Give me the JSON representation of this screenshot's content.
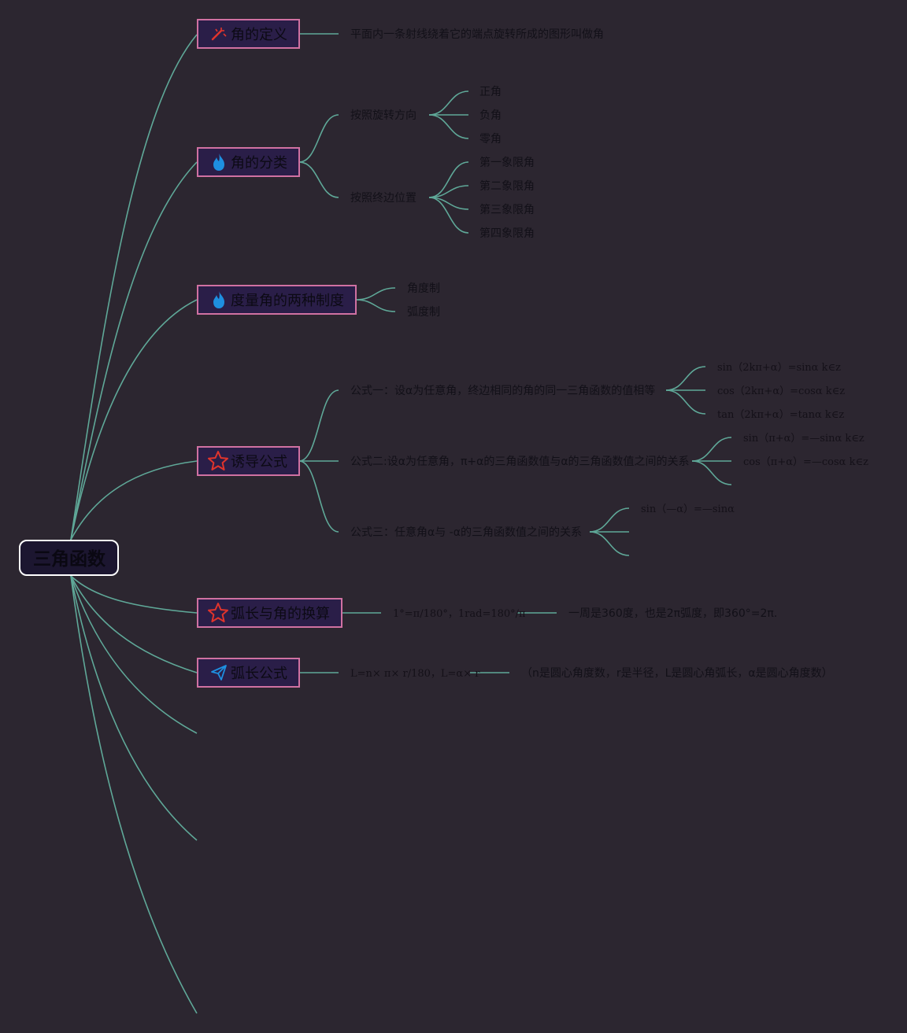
{
  "colors": {
    "background": "#2c2630",
    "edge": "#5fa898",
    "topic_border": "#d071a2",
    "topic_fill": "#2a1e48",
    "icon_red": "#e0342c",
    "icon_blue": "#1e8fe0"
  },
  "root": {
    "label": "三角函数"
  },
  "topics": [
    {
      "label": "角的定义",
      "icon": "wand-icon",
      "children": [
        {
          "label": "平面内一条射线绕着它的端点旋转所成的图形叫做角"
        }
      ]
    },
    {
      "label": "角的分类",
      "icon": "fire-icon",
      "children": [
        {
          "label": "按照旋转方向",
          "children": [
            {
              "label": "正角"
            },
            {
              "label": "负角"
            },
            {
              "label": "零角"
            }
          ]
        },
        {
          "label": "按照终边位置",
          "children": [
            {
              "label": "第一象限角"
            },
            {
              "label": "第二象限角"
            },
            {
              "label": "第三象限角"
            },
            {
              "label": "第四象限角"
            }
          ]
        }
      ]
    },
    {
      "label": "度量角的两种制度",
      "icon": "fire-icon",
      "children": [
        {
          "label": "角度制"
        },
        {
          "label": "弧度制"
        }
      ]
    },
    {
      "label": "诱导公式",
      "icon": "star-icon",
      "children": [
        {
          "label": "公式一：设α为任意角，终边相同的角的同一三角函数的值相等",
          "children": [
            {
              "label": "sin（2kπ+α）=sinα k∈z"
            },
            {
              "label": "cos（2kπ+α）=cosα k∈z"
            },
            {
              "label": "tan（2kπ+α）=tanα k∈z"
            }
          ]
        },
        {
          "label": "公式二:设α为任意角，π+α的三角函数值与α的三角函数值之间的关系",
          "children": [
            {
              "label": "sin（π+α）=—sinα k∈z"
            },
            {
              "label": "cos（π+α）=—cosα k∈z"
            },
            {
              "label": ""
            }
          ]
        },
        {
          "label": "公式三：任意角α与 -α的三角函数值之间的关系",
          "children": [
            {
              "label": "sin（—α）=—sinα"
            },
            {
              "label": ""
            },
            {
              "label": ""
            }
          ]
        }
      ]
    },
    {
      "label": "弧长与角的换算",
      "icon": "star-icon",
      "children": [
        {
          "label": "1°=π/180°，1rad=180°/π",
          "children": [
            {
              "label": "一周是360度，也是2π弧度，即360°=2π."
            }
          ]
        }
      ]
    },
    {
      "label": "弧长公式",
      "icon": "send-icon",
      "children": [
        {
          "label": "L=n× π× r/180，L=α× r",
          "children": [
            {
              "label": "（n是圆心角度数，r是半径，L是圆心角弧长，α是圆心角度数）"
            }
          ]
        }
      ]
    },
    {
      "label": ""
    },
    {
      "label": ""
    },
    {
      "label": ""
    }
  ]
}
